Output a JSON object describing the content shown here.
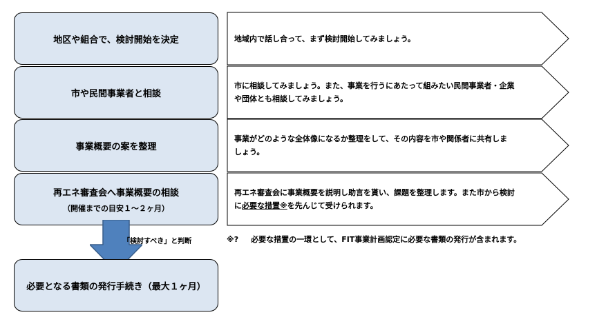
{
  "steps": [
    {
      "title": "地区や組合で、検討開始を決定"
    },
    {
      "title": "市や民間事業者と相談"
    },
    {
      "title": "事業概要の案を整理"
    },
    {
      "title": "再エネ審査会へ事業概要の相談",
      "sub": "（開催までの目安１～２ヶ月）"
    },
    {
      "title": "必要となる書類の発行手続き（最大１ヶ月）"
    }
  ],
  "descriptions": [
    {
      "line1": "地域内で話し合って、まず検討開始してみましょう。"
    },
    {
      "line1": "市に相談してみましょう。また、事業を行うにあたって組みたい民間事業者・企業",
      "line2": "や団体とも相談してみましょう。"
    },
    {
      "line1": "事業がどのような全体像になるか整理をして、その内容を市や関係者に共有しま",
      "line2": "しょう。"
    },
    {
      "line1": "再エネ審査会に事業概要を説明し助言を貰い、課題を整理します。また市から検討",
      "line2_pre": "に",
      "line2_link": "必要な措置※",
      "line2_post": "を先んじて受けられます。"
    }
  ],
  "judgement_label": "「検討すべき」と判断",
  "note": {
    "mark": "※?",
    "text": "必要な措置の一環として、FIT事業計画認定に必要な書類の発行が含まれます。"
  },
  "colors": {
    "box_fill": "#dce6f2",
    "arrow_fill": "#4f81bd",
    "arrow_stroke": "#385d8a"
  }
}
